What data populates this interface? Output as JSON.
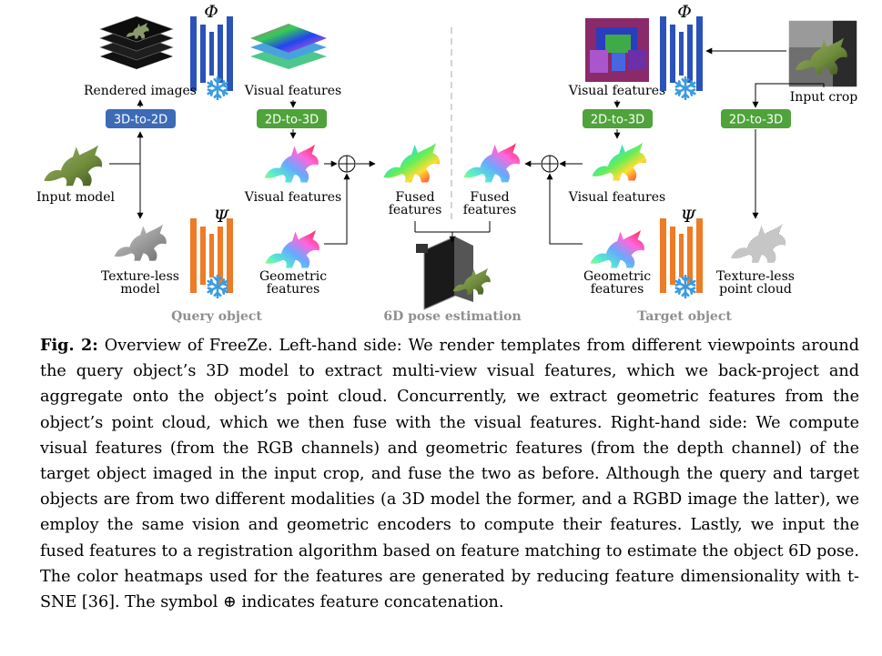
{
  "figure": {
    "phi": "Φ",
    "psi": "Ψ",
    "rendered_images": "Rendered images",
    "visual_features": "Visual features",
    "badge_3d_to_2d": "3D-to-2D",
    "badge_2d_to_3d": "2D-to-3D",
    "input_model": "Input model",
    "textureless_model_1": "Texture-less",
    "textureless_model_2": "model",
    "geometric_features_1": "Geometric",
    "geometric_features_2": "features",
    "fused_features_1": "Fused",
    "fused_features_2": "features",
    "input_crop": "Input crop",
    "textureless_pc_1": "Texture-less",
    "textureless_pc_2": "point cloud",
    "query_object": "Query object",
    "pose_estimation": "6D pose estimation",
    "target_object": "Target object",
    "oplus": "⊕",
    "colors": {
      "blue_badge": "#3d6bb5",
      "green_badge": "#4ea33a",
      "encoder_phi": "#2a52b8",
      "encoder_psi": "#ee7b25",
      "snowflake": "#3a9be0",
      "section_label": "#8f8f8f"
    }
  },
  "caption": {
    "label": "Fig. 2:",
    "text": "Overview of FreeZe. Left-hand side: We render templates from different viewpoints around the query object’s 3D model to extract multi-view visual features, which we back-project and aggregate onto the object’s point cloud. Concurrently, we extract geometric features from the object’s point cloud, which we then fuse with the visual features. Right-hand side: We compute visual features (from the RGB channels) and geometric features (from the depth channel) of the target object imaged in the input crop, and fuse the two as before. Although the query and target objects are from two different modalities (a 3D model the former, and a RGBD image the latter), we employ the same vision and geometric encoders to compute their features. Lastly, we input the fused features to a registration algorithm based on feature matching to estimate the object 6D pose. The color heatmaps used for the features are generated by reducing feature dimensionality with t-SNE [36]. The symbol ⊕ indicates feature concatenation."
  }
}
